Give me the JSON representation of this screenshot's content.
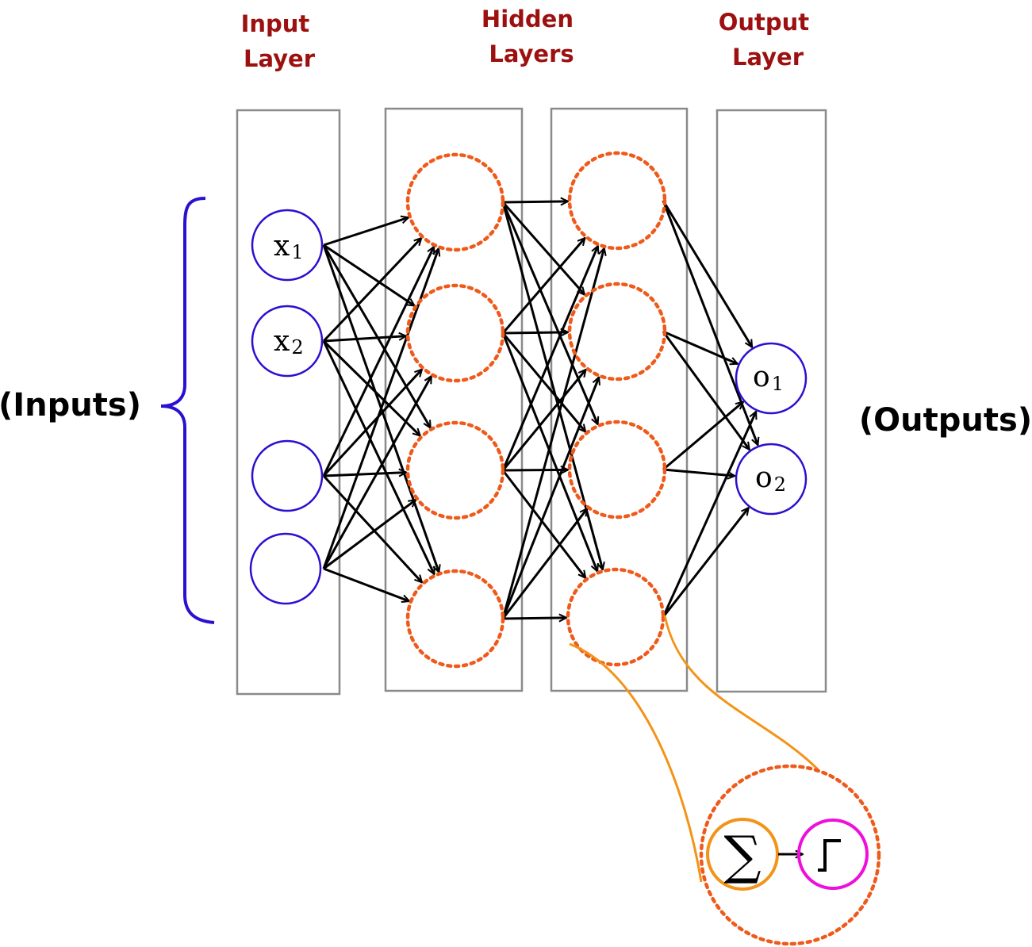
{
  "titles": {
    "input": [
      "Input",
      "Layer"
    ],
    "hidden": [
      "Hidden",
      "Layers"
    ],
    "output": [
      "Output",
      "Layer"
    ]
  },
  "side_labels": {
    "inputs": "(Inputs)",
    "outputs": "(Outputs)"
  },
  "nodes": {
    "x1": {
      "main": "x",
      "sub": "1"
    },
    "x2": {
      "main": "x",
      "sub": "2"
    },
    "o1": {
      "main": "o",
      "sub": "1"
    },
    "o2": {
      "main": "o",
      "sub": "2"
    }
  },
  "neuron_detail": {
    "summation_symbol": "∑",
    "activation_symbol": "⎾"
  },
  "colors": {
    "title": "#9c1010",
    "input_node": "#2a10d0",
    "hidden_node": "#ef5a1a",
    "output_node": "#2a10d0",
    "brace": "#2a10d0",
    "zoom_line": "#f39317",
    "summation": "#f39317",
    "activation": "#ee0fdb",
    "layer_box": "#8a8a8a",
    "edge": "#000000"
  }
}
